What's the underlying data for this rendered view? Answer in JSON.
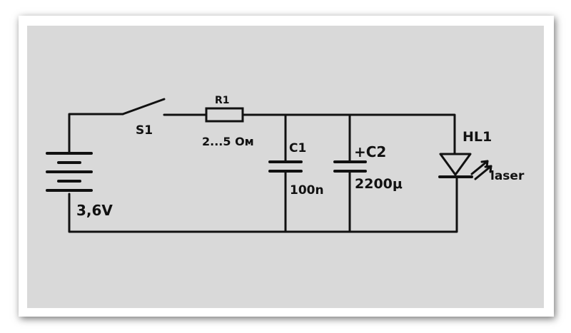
{
  "diagram": {
    "colors": {
      "ink": "#111111",
      "panel": "#d9d9d9",
      "frame": "#ffffff"
    },
    "components": {
      "switch": {
        "ref": "S1"
      },
      "resistor": {
        "ref": "R1",
        "value": "2...5 Ом"
      },
      "battery": {
        "value": "3,6V"
      },
      "cap1": {
        "ref": "C1",
        "value": "100n"
      },
      "cap2": {
        "ref": "+C2",
        "value": "2200μ"
      },
      "led": {
        "ref": "HL1",
        "note": "laser"
      }
    }
  }
}
